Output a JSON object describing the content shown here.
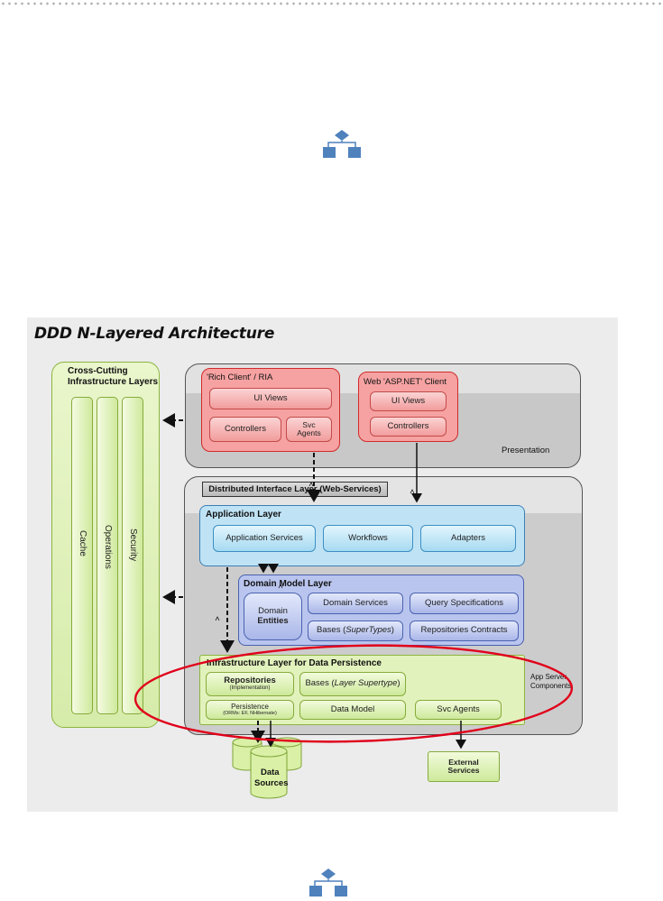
{
  "diagram_title": "DDD N-Layered Architecture",
  "cross_cutting": {
    "title_line1": "Cross-Cutting",
    "title_line2": "Infrastructure Layers",
    "columns": [
      "Cache",
      "Operations",
      "Security"
    ]
  },
  "presentation": {
    "tier_label": "Presentation",
    "rich_client": {
      "title": "'Rich Client' / RIA",
      "ui_views": "UI Views",
      "controllers": "Controllers",
      "svc_agents_line1": "Svc",
      "svc_agents_line2": "Agents"
    },
    "web_client": {
      "title": "Web 'ASP.NET' Client",
      "ui_views": "UI Views",
      "controllers": "Controllers"
    }
  },
  "distributed_interface": "Distributed Interface Layer (Web-Services)",
  "application_layer": {
    "title": "Application Layer",
    "items": [
      "Application Services",
      "Workflows",
      "Adapters"
    ]
  },
  "domain_layer": {
    "title": "Domain Model Layer",
    "entities_line1": "Domain",
    "entities_line2": "Entities",
    "domain_services": "Domain Services",
    "bases_prefix": "Bases (",
    "bases_italic": "SuperTypes",
    "bases_suffix": ")",
    "query_specs": "Query Specifications",
    "repo_contracts": "Repositories Contracts"
  },
  "infra_layer": {
    "title": "Infrastructure Layer for Data Persistence",
    "repositories": "Repositories",
    "repositories_sub": "(Implementation)",
    "bases_prefix": "Bases (",
    "bases_italic": "Layer Supertype",
    "bases_suffix": ")",
    "persistence": "Persistence",
    "persistence_sub": "(ORMs: EF, NHibernate)",
    "data_model": "Data Model",
    "svc_agents": "Svc Agents"
  },
  "app_server_line1": "App Server",
  "app_server_line2": "Components",
  "data_sources_line1": "Data",
  "data_sources_line2": "Sources",
  "external_line1": "External",
  "external_line2": "Services",
  "colors": {
    "icon_blue": "#4f81bd",
    "highlight_red": "#e0001b"
  }
}
